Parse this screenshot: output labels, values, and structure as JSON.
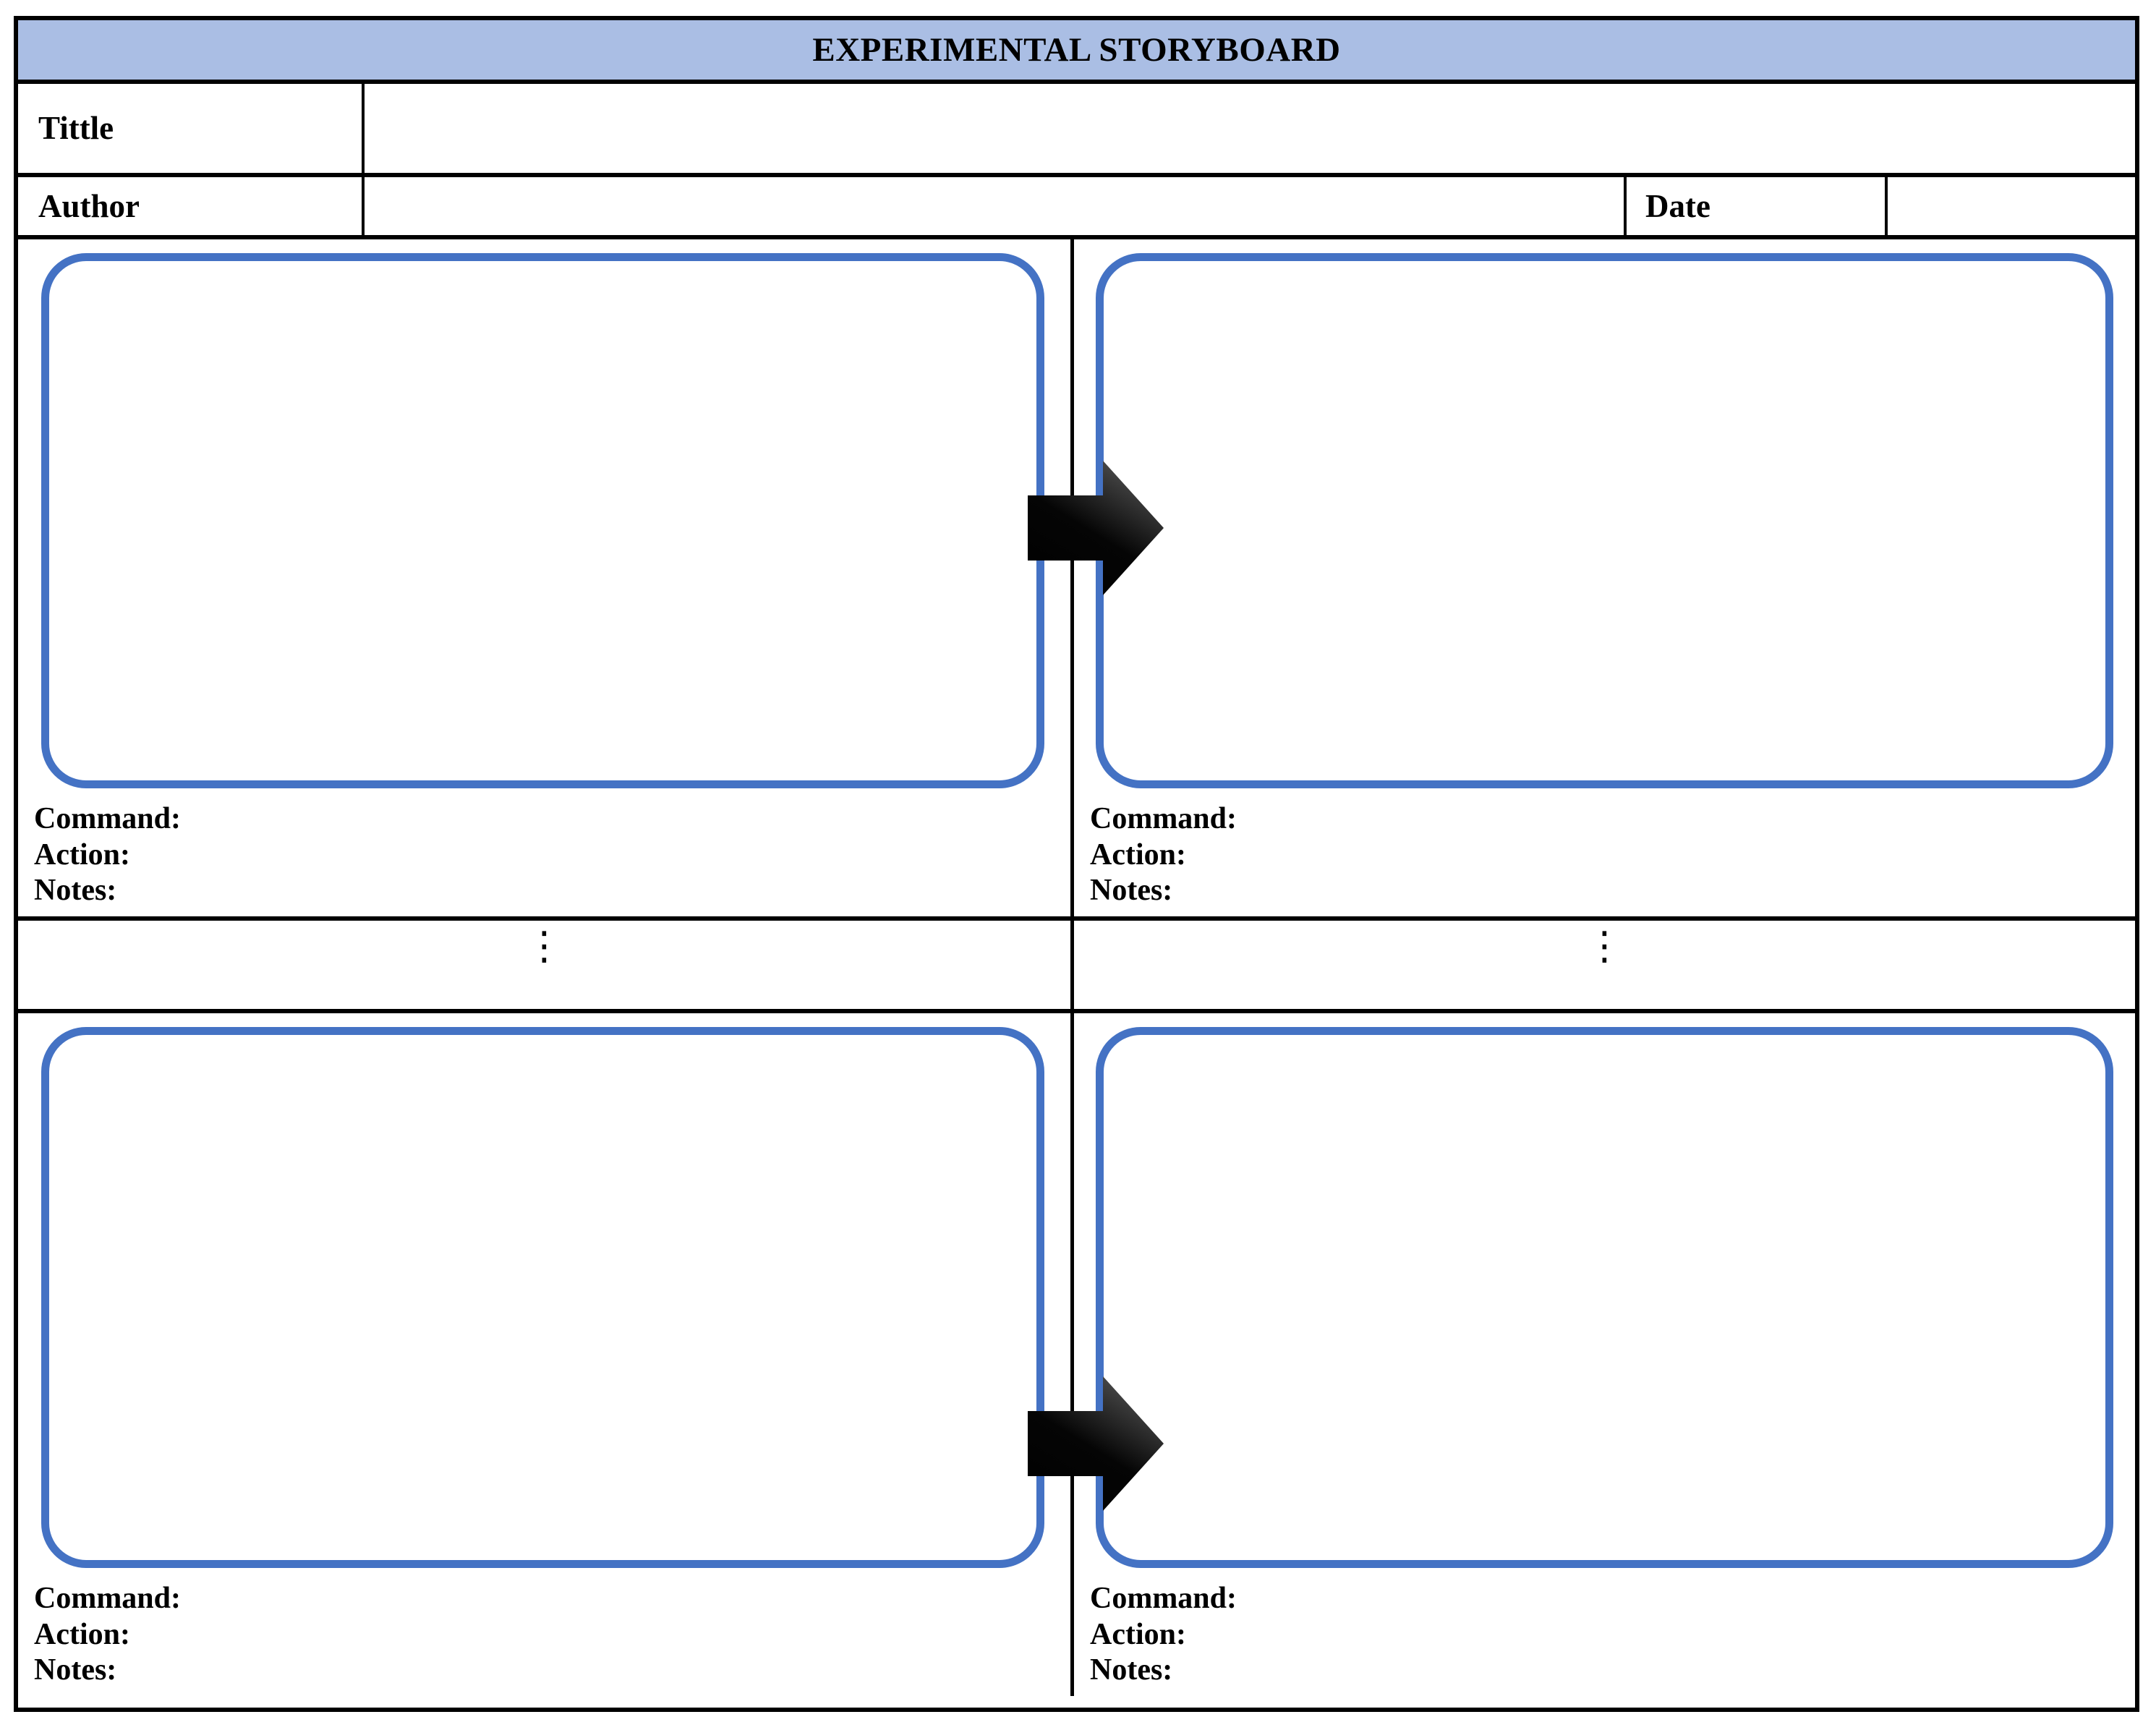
{
  "document": {
    "title": "EXPERIMENTAL STORYBOARD",
    "header_fill": "#AABEE4",
    "accent_color": "#4472C4",
    "border_color": "#000000"
  },
  "meta": {
    "rows": [
      {
        "label": "Tittle",
        "value": ""
      },
      {
        "label": "Author",
        "value": "",
        "secondary_label": "Date",
        "secondary_value": ""
      }
    ],
    "tittle_label": "Tittle",
    "tittle_value": "",
    "author_label": "Author",
    "author_value": "",
    "date_label": "Date",
    "date_value": ""
  },
  "panel_fields": {
    "command": "Command:",
    "action": "Action:",
    "notes": "Notes:"
  },
  "storyboard": {
    "continuation_marker": "⋮",
    "rows": [
      {
        "id": "row-1",
        "panels": [
          {
            "id": "panel-1",
            "position": "left",
            "screen_content": "",
            "command": "Command:",
            "action": "Action:",
            "notes": "Notes:"
          },
          {
            "id": "panel-2",
            "position": "right",
            "screen_content": "",
            "command": "Command:",
            "action": "Action:",
            "notes": "Notes:"
          }
        ],
        "transition_icon": "right-arrow-icon"
      },
      {
        "id": "row-2",
        "panels": [
          {
            "id": "panel-3",
            "position": "left",
            "screen_content": "",
            "command": "Command:",
            "action": "Action:",
            "notes": "Notes:"
          },
          {
            "id": "panel-4",
            "position": "right",
            "screen_content": "",
            "command": "Command:",
            "action": "Action:",
            "notes": "Notes:"
          }
        ],
        "transition_icon": "right-arrow-icon"
      }
    ],
    "continuation_cells": [
      {
        "id": "continuation-left",
        "marker": "⋮"
      },
      {
        "id": "continuation-right",
        "marker": "⋮"
      }
    ]
  }
}
